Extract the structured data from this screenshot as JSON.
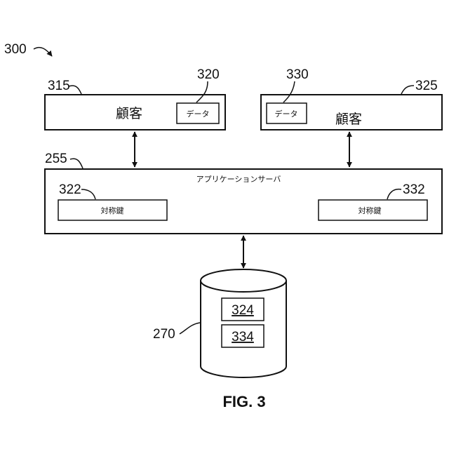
{
  "figure_number": "300",
  "figure_caption": "FIG. 3",
  "customer_left": {
    "ref": "315",
    "label": "顧客",
    "data_ref": "320",
    "data_label": "データ"
  },
  "customer_right": {
    "ref": "325",
    "label": "顧客",
    "data_ref": "330",
    "data_label": "データ"
  },
  "app_server": {
    "ref": "255",
    "label": "アプリケーションサーバ",
    "key_left": {
      "ref": "322",
      "label": "対称鍵"
    },
    "key_right": {
      "ref": "332",
      "label": "対称鍵"
    }
  },
  "database": {
    "ref": "270",
    "items": [
      "324",
      "334"
    ]
  }
}
